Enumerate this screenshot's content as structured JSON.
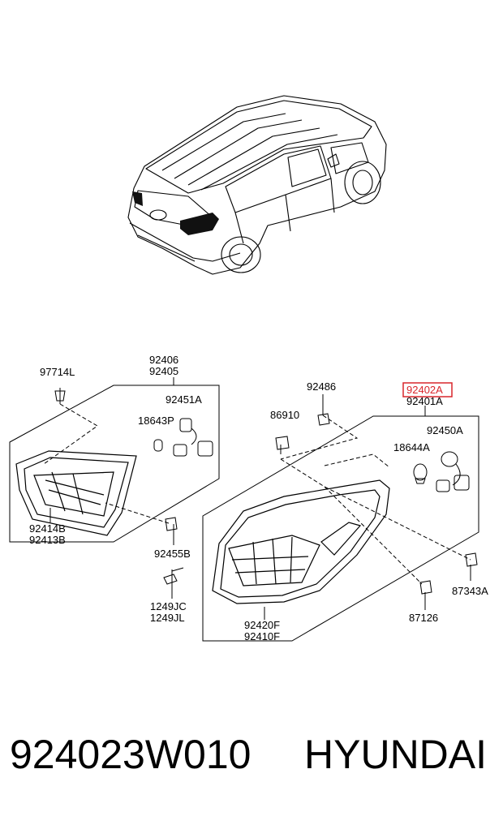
{
  "labels": {
    "p97714L": "97714L",
    "p92406": "92406",
    "p92405": "92405",
    "p92451A": "92451A",
    "p18643P": "18643P",
    "p92414B": "92414B",
    "p92413B": "92413B",
    "p92455B": "92455B",
    "p1249JC": "1249JC",
    "p1249JL": "1249JL",
    "p92486": "92486",
    "p86910": "86910",
    "p92402A": "92402A",
    "p92401A": "92401A",
    "p92450A": "92450A",
    "p18644A": "18644A",
    "p87343A": "87343A",
    "p87126": "87126",
    "p92420F": "92420F",
    "p92410F": "92410F"
  },
  "highlight_color": "#d9262c",
  "footer": {
    "part_number": "924023W010",
    "brand": "HYUNDAI"
  }
}
